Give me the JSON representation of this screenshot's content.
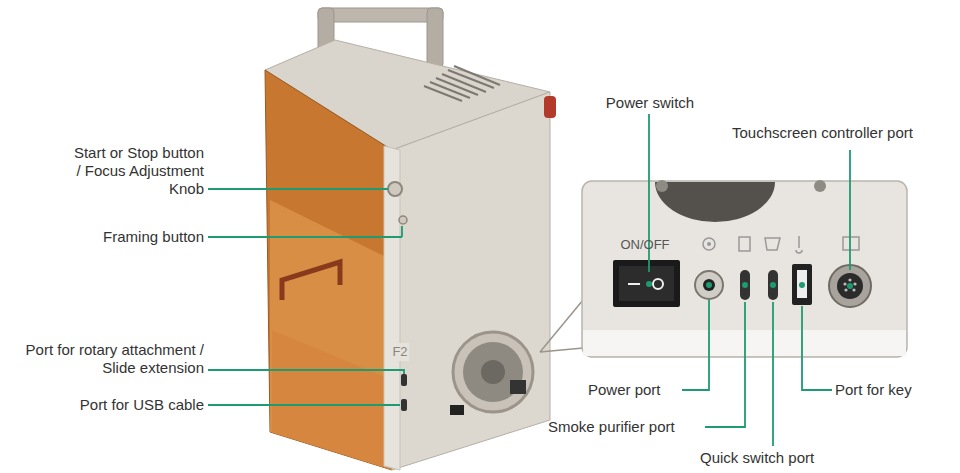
{
  "diagram": {
    "labels": [
      "Start or Stop button / Focus Adjustment Knob",
      "Framing button",
      "Port for rotary attachment / Slide extension",
      "Port for USB cable",
      "Power switch",
      "Touchscreen controller port",
      "Power port",
      "Smoke purifier port",
      "Quick switch port",
      "Port for key",
      "ON/OFF",
      "F2"
    ]
  }
}
